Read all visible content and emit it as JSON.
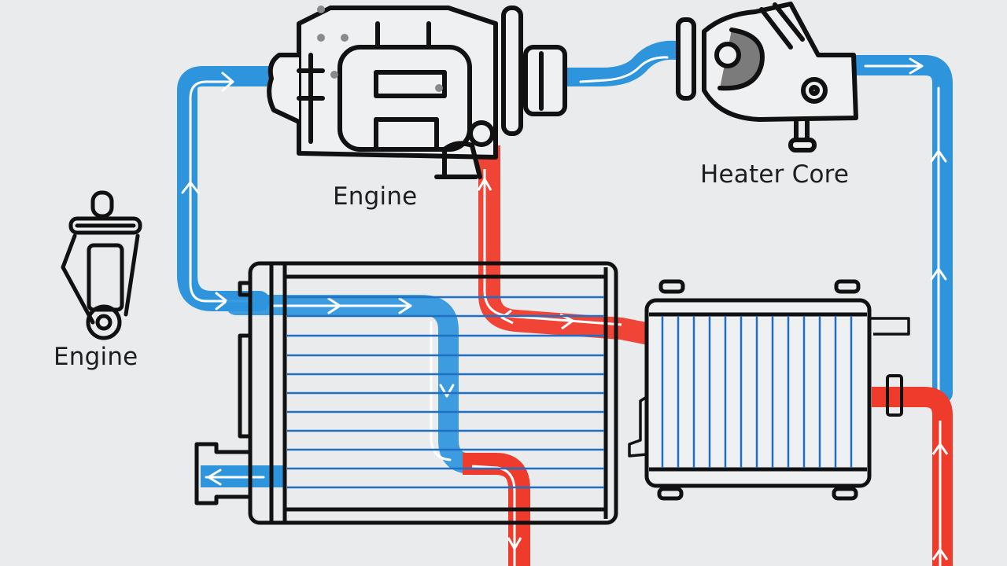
{
  "diagram": {
    "type": "cooling-system-flow",
    "labels": {
      "engine_top": "Engine",
      "engine_left": "Engine",
      "heater_core": "Heater Core"
    },
    "components": [
      {
        "id": "engine-block",
        "name": "Engine",
        "icon": "engine-block-icon"
      },
      {
        "id": "engine-thermostat",
        "name": "Engine",
        "icon": "thermostat-pump-icon"
      },
      {
        "id": "heater-core",
        "name": "Heater Core",
        "icon": "water-pump-icon"
      },
      {
        "id": "radiator-main",
        "name": "",
        "icon": "radiator-horizontal-fins-icon",
        "fin_count": 12
      },
      {
        "id": "radiator-secondary",
        "name": "",
        "icon": "radiator-vertical-fins-icon",
        "fin_count": 13
      }
    ],
    "flows": [
      {
        "id": "cold-loop-left",
        "color": "#2e95dd",
        "meaning": "cool coolant",
        "direction": "up then right into engine"
      },
      {
        "id": "engine-to-heater",
        "color": "#2e95dd",
        "meaning": "cool coolant",
        "direction": "engine to heater core"
      },
      {
        "id": "heater-return-right",
        "color": "#2e95dd",
        "meaning": "cool coolant",
        "direction": "right then down"
      },
      {
        "id": "radiator-inlet",
        "color": "#2e95dd",
        "meaning": "cool coolant",
        "direction": "right through radiator then down"
      },
      {
        "id": "radiator-outlet",
        "color": "#2e95dd",
        "meaning": "cool coolant",
        "direction": "left out of radiator"
      },
      {
        "id": "hot-engine-out",
        "color": "#ef3b2c",
        "meaning": "hot coolant",
        "direction": "engine down to secondary radiator"
      },
      {
        "id": "hot-bottom",
        "color": "#ef3b2c",
        "meaning": "hot coolant",
        "direction": "down out of radiator"
      },
      {
        "id": "hot-right",
        "color": "#ef3b2c",
        "meaning": "hot coolant",
        "direction": "up into secondary radiator"
      }
    ],
    "colors": {
      "background": "#e9ebed",
      "cool": "#2e95dd",
      "hot": "#ef3b2c",
      "outline": "#111111",
      "fin": "#1f6fc4"
    }
  }
}
